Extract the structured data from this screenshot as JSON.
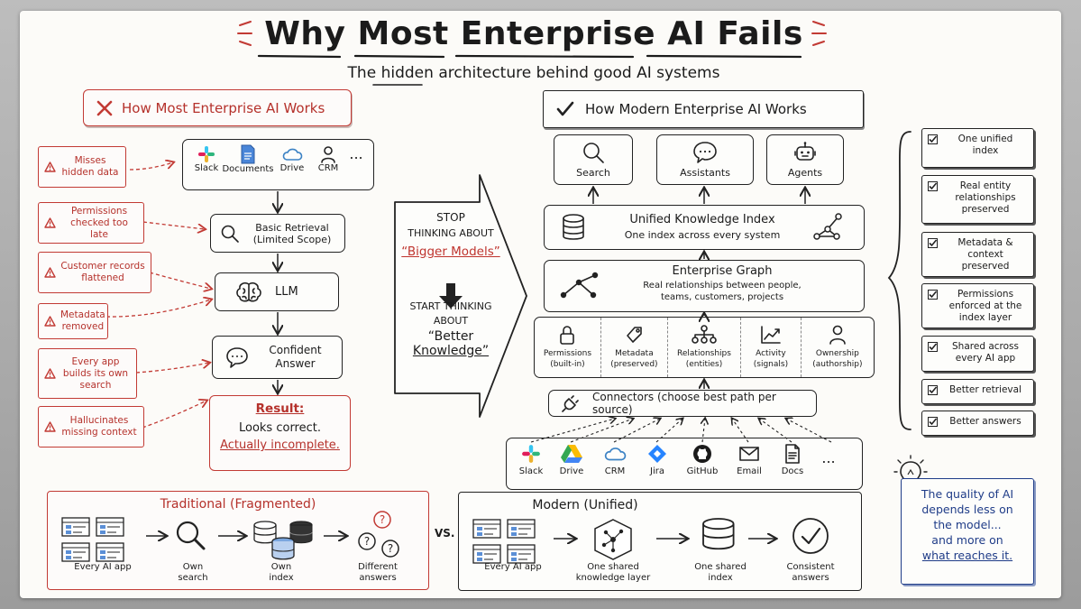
{
  "title": "Why Most Enterprise AI Fails",
  "subtitle_pre": "The",
  "subtitle_em": "hidden",
  "subtitle_post": "architecture behind good AI systems",
  "left": {
    "header": "How Most Enterprise AI Works",
    "sources": [
      "Slack",
      "Documents",
      "Drive",
      "CRM",
      "..."
    ],
    "retrieval": [
      "Basic Retrieval",
      "(Limited Scope)"
    ],
    "llm": "LLM",
    "answer": [
      "Confident",
      "Answer"
    ],
    "result_title": "Result:",
    "result_line1": "Looks correct.",
    "result_line2": "Actually incomplete.",
    "warnings": [
      [
        "Misses",
        "hidden data"
      ],
      [
        "Permissions",
        "checked too late"
      ],
      [
        "Customer records",
        "flattened"
      ],
      [
        "Metadata",
        "removed"
      ],
      [
        "Every app",
        "builds its own",
        "search"
      ],
      [
        "Hallucinates",
        "missing context"
      ]
    ]
  },
  "middle": {
    "stop1": "STOP",
    "stop2": "THINKING ABOUT",
    "bigger": "“Bigger Models”",
    "start1": "START THINKING",
    "start2": "ABOUT",
    "better1": "“Better",
    "better2": "Knowledge”"
  },
  "right": {
    "header": "How Modern Enterprise AI Works",
    "apps": [
      "Search",
      "Assistants",
      "Agents"
    ],
    "index_title": "Unified Knowledge Index",
    "index_sub": "One index across every system",
    "graph_title": "Enterprise Graph",
    "graph_sub1": "Real relationships between people,",
    "graph_sub2": "teams, customers, projects",
    "layers": [
      [
        "Permissions",
        "(built-in)"
      ],
      [
        "Metadata",
        "(preserved)"
      ],
      [
        "Relationships",
        "(entities)"
      ],
      [
        "Activity",
        "(signals)"
      ],
      [
        "Ownership",
        "(authorship)"
      ]
    ],
    "connectors": "Connectors (choose best path per source)",
    "sources": [
      "Slack",
      "Drive",
      "CRM",
      "Jira",
      "GitHub",
      "Email",
      "Docs",
      "..."
    ]
  },
  "checklist": [
    [
      "One unified",
      "index"
    ],
    [
      "Real entity",
      "relationships",
      "preserved"
    ],
    [
      "Metadata &",
      "context",
      "preserved"
    ],
    [
      "Permissions",
      "enforced at the",
      "index layer"
    ],
    [
      "Shared across",
      "every AI app"
    ],
    [
      "Better retrieval"
    ],
    [
      "Better answers"
    ]
  ],
  "quote": {
    "l1": "The quality of AI",
    "l2": "depends less on",
    "l3": "the model...",
    "l4": "and more on",
    "l5": "what reaches it."
  },
  "traditional": {
    "title": "Traditional (Fragmented)",
    "labels": [
      [
        "Every AI app"
      ],
      [
        "Own",
        "search"
      ],
      [
        "Own",
        "index"
      ],
      [
        "Different",
        "answers"
      ]
    ]
  },
  "vs": "VS.",
  "modern": {
    "title": "Modern (Unified)",
    "labels": [
      [
        "Every AI app"
      ],
      [
        "One shared",
        "knowledge layer"
      ],
      [
        "One shared",
        "index"
      ],
      [
        "Consistent",
        "answers"
      ]
    ]
  },
  "colors": {
    "accent_red": "#bf342e",
    "ink": "#1b1b1b",
    "quote_blue": "#1f3c88"
  }
}
